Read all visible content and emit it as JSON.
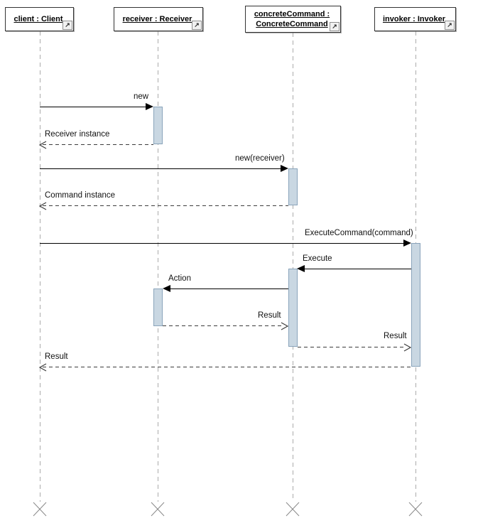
{
  "diagram": {
    "type": "uml-sequence",
    "icons": {
      "external_link": "↗"
    },
    "colors": {
      "background": "#ffffff",
      "activation_fill": "#c9d7e2",
      "activation_border": "#8aa4bb",
      "lifeline": "#ababab",
      "sync_message_line": "#000000",
      "return_message_line": "#3c3c3c",
      "destroy_cross": "#8a8a8a",
      "box_border": "#333333"
    },
    "participants": [
      {
        "name": "client : Client"
      },
      {
        "name": "receiver : Receiver"
      },
      {
        "name": "concreteCommand : ConcreteCommand"
      },
      {
        "name": "invoker : Invoker"
      }
    ],
    "messages": [
      {
        "label": "new",
        "type": "sync",
        "from": "client",
        "to": "receiver"
      },
      {
        "label": "Receiver instance",
        "type": "return",
        "from": "receiver",
        "to": "client"
      },
      {
        "label": "new(receiver)",
        "type": "sync",
        "from": "client",
        "to": "concreteCommand"
      },
      {
        "label": "Command instance",
        "type": "return",
        "from": "concreteCommand",
        "to": "client"
      },
      {
        "label": "ExecuteCommand(command)",
        "type": "sync",
        "from": "client",
        "to": "invoker"
      },
      {
        "label": "Execute",
        "type": "sync",
        "from": "invoker",
        "to": "concreteCommand"
      },
      {
        "label": "Action",
        "type": "sync",
        "from": "concreteCommand",
        "to": "receiver"
      },
      {
        "label": "Result",
        "type": "return",
        "from": "receiver",
        "to": "concreteCommand"
      },
      {
        "label": "Result",
        "type": "return",
        "from": "concreteCommand",
        "to": "invoker"
      },
      {
        "label": "Result",
        "type": "return",
        "from": "invoker",
        "to": "client"
      }
    ]
  }
}
